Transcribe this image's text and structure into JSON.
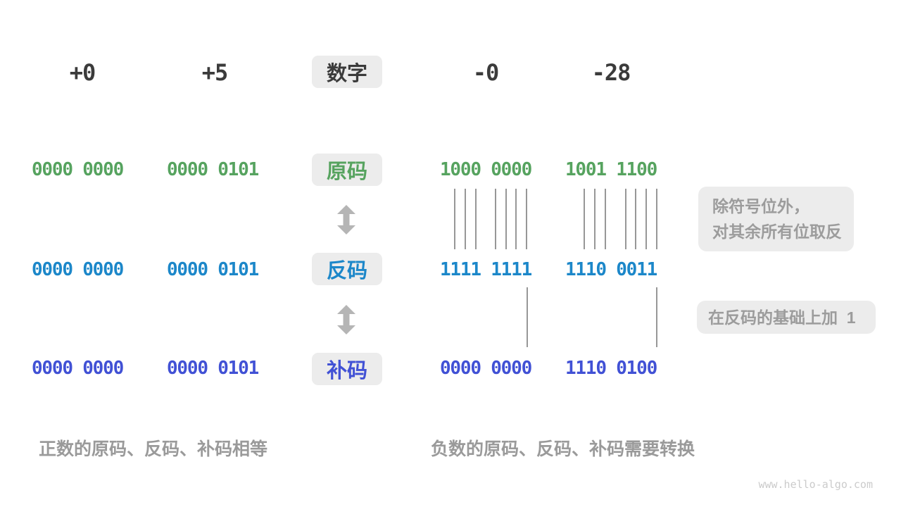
{
  "palette": {
    "sign_magnitude_green": "#56a35f",
    "ones_complement_blue": "#1c87c9",
    "twos_complement_indigo": "#4151d5",
    "dark_text": "#3b3b3b",
    "box_gray": "#ececec",
    "note_text_gray": "#9c9c9c",
    "caption_gray": "#9a9a9a",
    "arrow_gray": "#b5b5b5",
    "line_gray": "#979797",
    "watermark_gray": "#cbcbcb"
  },
  "header": {
    "label": "数字",
    "columns": [
      "+0",
      "+5",
      "-0",
      "-28"
    ]
  },
  "rows": [
    {
      "label": "原码",
      "values": [
        "0000 0000",
        "0000 0101",
        "1000 0000",
        "1001 1100"
      ]
    },
    {
      "label": "反码",
      "values": [
        "0000 0000",
        "0000 0101",
        "1111 1111",
        "1110 0011"
      ]
    },
    {
      "label": "补码",
      "values": [
        "0000 0000",
        "0000 0101",
        "0000 0000",
        "1110 0100"
      ]
    }
  ],
  "annotations": {
    "invert_line1": "除符号位外，",
    "invert_line2": "对其余所有位取反",
    "add_one": "在反码的基础上加  1"
  },
  "captions": {
    "positive": "正数的原码、反码、补码相等",
    "negative": "负数的原码、反码、补码需要转换"
  },
  "watermark": "www.hello-algo.com"
}
